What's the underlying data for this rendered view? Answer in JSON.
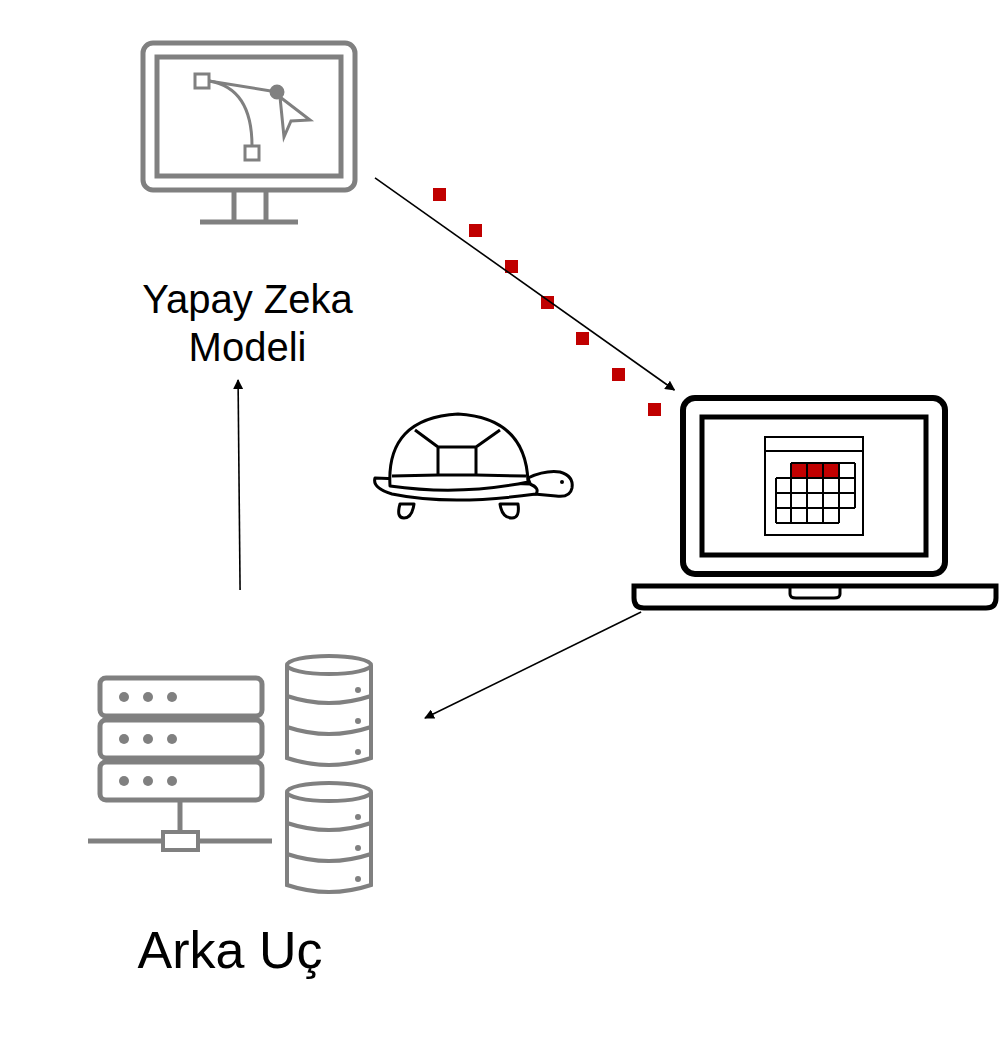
{
  "diagram": {
    "nodes": [
      {
        "text": [
          "Yapay Zeka Modeli"
        ]
      },
      {
        "text": []
      },
      {
        "text": [
          "Arka Uç"
        ]
      }
    ],
    "edges": [
      {
        "from": 0,
        "to": 1,
        "arrow": "to"
      },
      {
        "from": 1,
        "to": 2,
        "arrow": "to"
      },
      {
        "from": 2,
        "to": 0,
        "arrow": "to"
      }
    ]
  }
}
